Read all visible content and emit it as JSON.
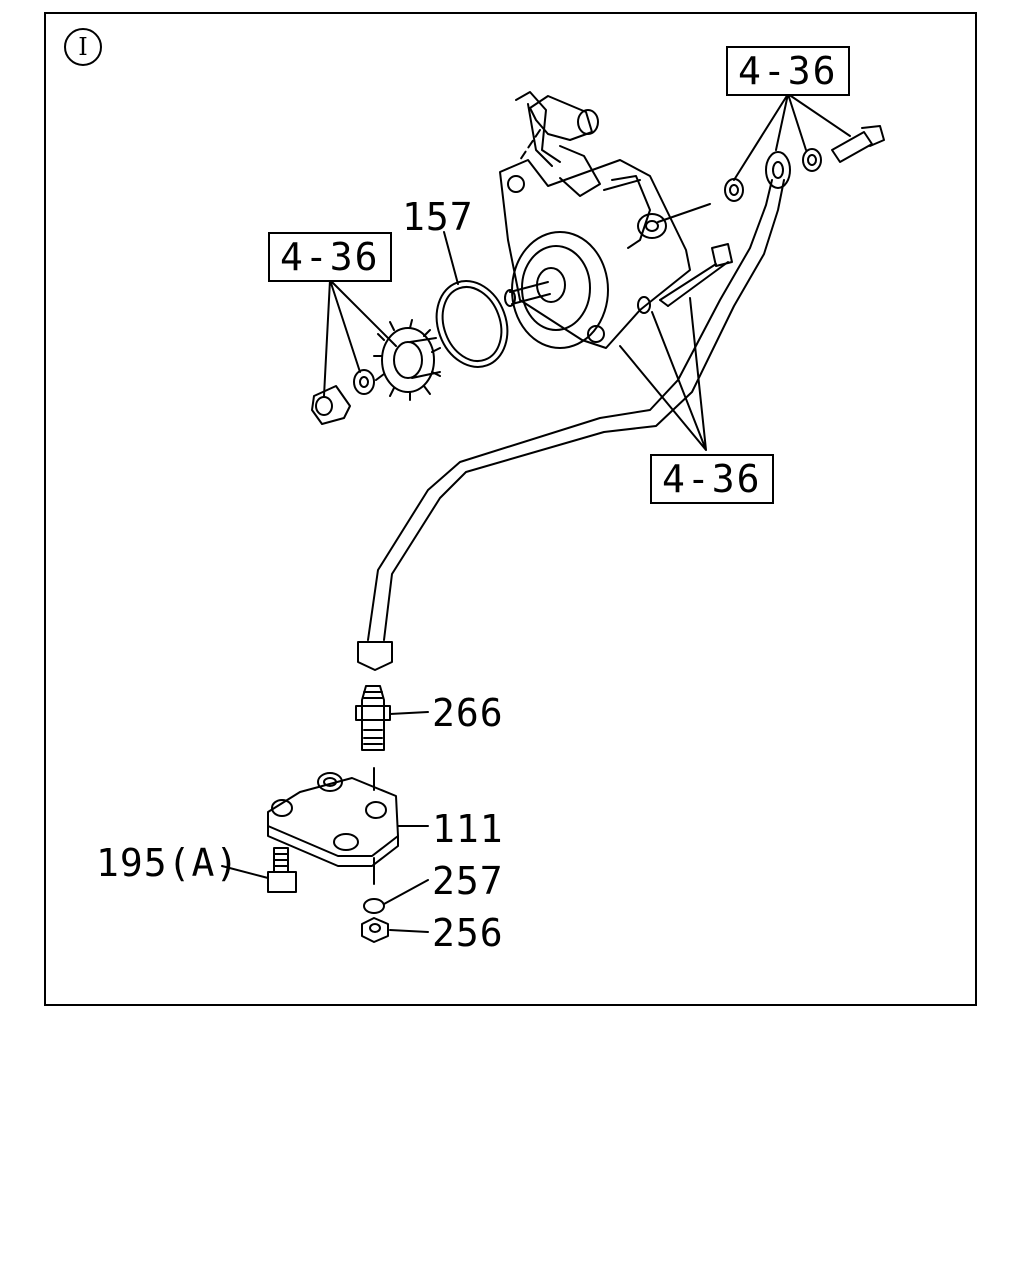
{
  "diagram": {
    "view_marker": "I",
    "callouts": {
      "ref_top_right": "4-36",
      "ref_left": "4-36",
      "ref_mid_right": "4-36",
      "part_157": "157",
      "part_266": "266",
      "part_111": "111",
      "part_195a": "195(A)",
      "part_257": "257",
      "part_256": "256"
    }
  }
}
